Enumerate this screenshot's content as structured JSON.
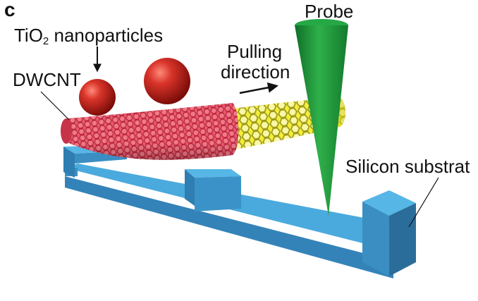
{
  "figure": {
    "panel_label": "c",
    "labels": {
      "probe": "Probe",
      "tio2_prefix": "TiO",
      "tio2_subscript": "2",
      "tio2_suffix": " nanoparticles",
      "pulling_line1": "Pulling",
      "pulling_line2": "direction",
      "dwcnt": "DWCNT",
      "silicon_substrate": "Silicon substrat"
    },
    "colors": {
      "nanoparticle": "#c8231c",
      "tube_red": "#e0475b",
      "tube_yellow": "#f2ea1c",
      "probe": "#1f9a3c",
      "substrate_top": "#49a9dc",
      "substrate_front": "#3a8ec2",
      "substrate_side": "#2c6f9c"
    },
    "icons": [
      "pulling-direction-arrow-icon",
      "nanoparticle-pointer-arrow-icon"
    ]
  }
}
